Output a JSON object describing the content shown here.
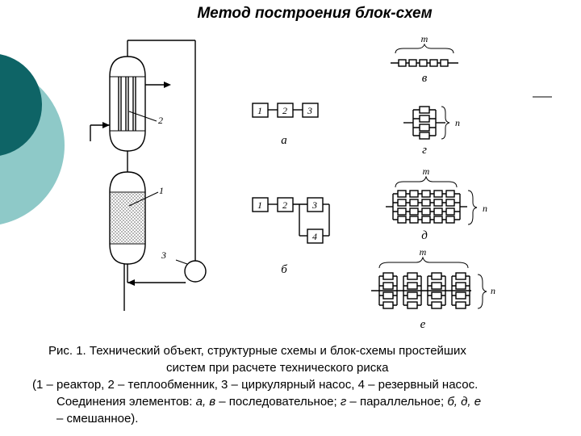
{
  "title": "Метод построения блок-схем",
  "block_labels": {
    "reactor": "1",
    "heat_exchanger": "2",
    "pump": "3",
    "reserve_pump": "4"
  },
  "object_labels": {
    "reactor": "1",
    "heat_exchanger": "2",
    "pump": "3"
  },
  "scheme_labels": {
    "a": "а",
    "b": "б",
    "v": "в",
    "g": "г",
    "d": "д",
    "e": "е"
  },
  "param_labels": {
    "m": "m",
    "n": "n"
  },
  "caption": {
    "line1": "Рис. 1.  Технический объект, структурные схемы и блок-схемы простейших",
    "line2": "систем при расчете технического риска",
    "line3": "(1 – реактор,  2 – теплообменник, 3 – циркулярный насос, 4 – резервный насос.",
    "line4_prefix": "Соединения элементов: ",
    "line4_a": "а, в",
    "line4_mid": " – последовательное; ",
    "line4_g": "г",
    "line4_mid2": " – параллельное; ",
    "line4_bde": "б, д, е",
    "line5": "– смешанное)."
  },
  "colors": {
    "deco_dark": "#0e6466",
    "deco_light": "#8ec9c8",
    "line": "#000000"
  }
}
